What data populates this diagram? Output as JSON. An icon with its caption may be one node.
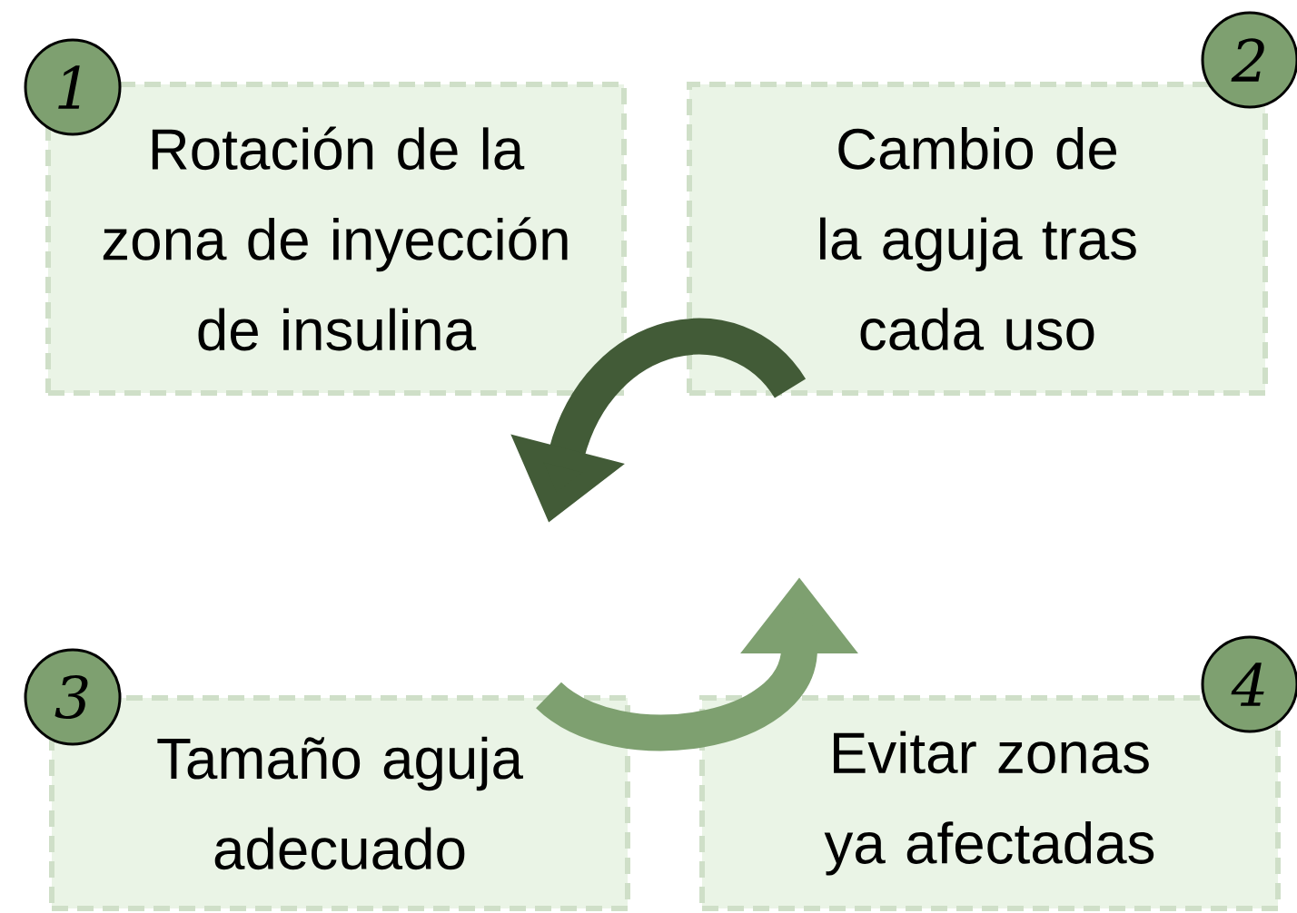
{
  "diagram": {
    "nodes": [
      {
        "text": [
          "1"
        ]
      },
      {
        "text": [
          "Rotación de la zona de inyección de insulina"
        ]
      },
      {
        "text": [
          "2"
        ]
      },
      {
        "text": [
          "Cambio de la aguja tras cada uso"
        ]
      },
      {
        "text": [
          "3"
        ]
      },
      {
        "text": [
          "Tamaño aguja adecuado"
        ]
      },
      {
        "text": [
          "4"
        ]
      },
      {
        "text": [
          "Evitar zonas ya afectadas"
        ]
      }
    ],
    "edges": [
      {
        "from": 3,
        "to": null,
        "arrow": "to",
        "color": "#425b37"
      },
      {
        "from": 5,
        "to": null,
        "arrow": "to",
        "color": "#7ea070"
      }
    ]
  }
}
